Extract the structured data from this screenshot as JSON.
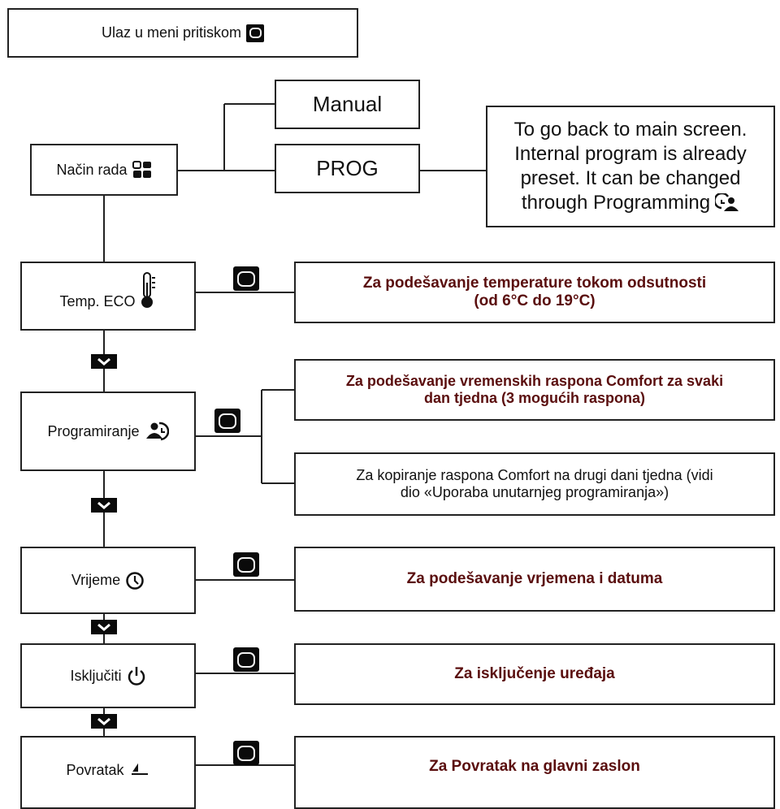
{
  "header": {
    "text": "Ulaz u meni pritiskom",
    "icon": "ok-button-icon"
  },
  "menu": {
    "mode": {
      "label": "Način rada",
      "icon": "mode-grid-icon"
    },
    "eco": {
      "label": "Temp. ECO",
      "icon": "thermometer-icon"
    },
    "prog": {
      "label": "Programiranje",
      "icon": "programming-person-icon"
    },
    "time": {
      "label": "Vrijeme",
      "icon": "clock-icon"
    },
    "off": {
      "label": "Isključiti",
      "icon": "power-icon"
    },
    "back": {
      "label": "Povratak",
      "icon": "return-arrow-icon"
    }
  },
  "options": {
    "manual": "Manual",
    "prog": "PROG"
  },
  "notes": {
    "prog_note": {
      "line1": "To go back to main screen.",
      "line2": "Internal program is already",
      "line3": "preset. It can be changed",
      "line4": "through Programming",
      "icon": "programming-clock-person-icon"
    },
    "eco": {
      "line1": "Za podešavanje temperature tokom odsutnosti",
      "line2": "(od 6°C do 19°C)"
    },
    "prog1": {
      "line1": "Za podešavanje vremenskih raspona Comfort za svaki",
      "line2": "dan tjedna (3 mogućih raspona)"
    },
    "prog2": {
      "line1": "Za kopiranje raspona Comfort na drugi dani tjedna (vidi",
      "line2": "dio «Uporaba unutarnjeg programiranja»)"
    },
    "time": "Za podešavanje vrjemena i datuma",
    "off": "Za isključenje uređaja",
    "back": "Za Povratak na glavni zaslon"
  },
  "colors": {
    "text_dark": "#111111",
    "text_red": "#5a0e0e",
    "line": "#222222",
    "button": "#0a0a0a"
  }
}
